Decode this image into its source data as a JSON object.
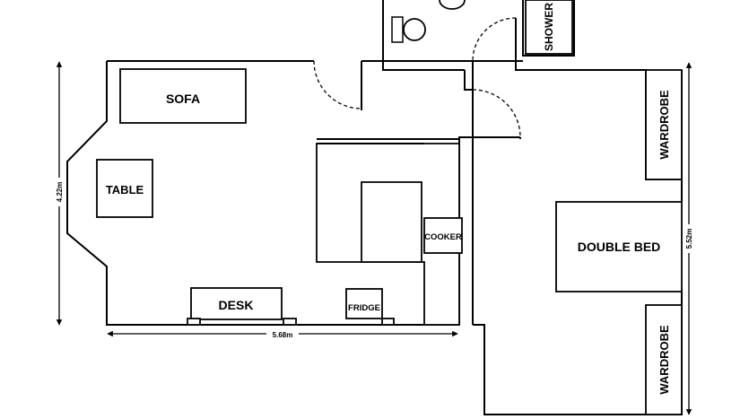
{
  "furniture": {
    "sofa": "SOFA",
    "table": "TABLE",
    "desk": "DESK",
    "fridge": "FRIDGE",
    "cooker": "COOKER",
    "double_bed": "DOUBLE BED",
    "wardrobe_top": "WARDROBE",
    "wardrobe_bottom": "WARDROBE",
    "shower": "SHOWER"
  },
  "dimensions": {
    "living_width": "5.68m",
    "living_depth": "4.22m",
    "bedroom_depth": "5.52m"
  }
}
